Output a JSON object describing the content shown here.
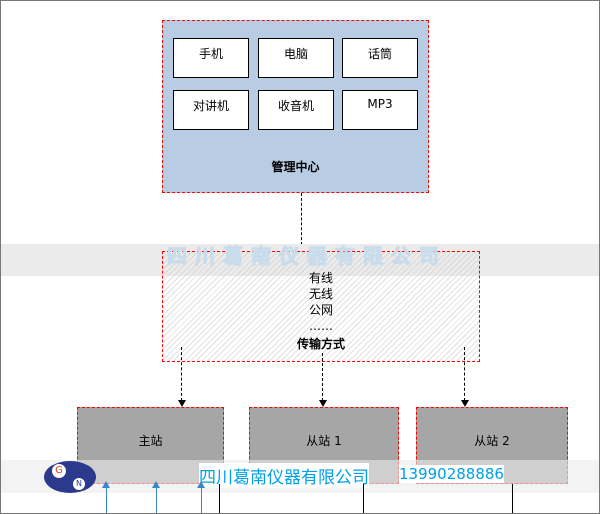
{
  "management": {
    "title": "管理中心",
    "devices": [
      "手机",
      "电脑",
      "话筒",
      "对讲机",
      "收音机",
      "MP3"
    ]
  },
  "transmission": {
    "title": "传输方式",
    "items": [
      "有线",
      "无线",
      "公网",
      "……"
    ]
  },
  "stations": [
    "主站",
    "从站 1",
    "从站 2"
  ],
  "watermark": {
    "company": "四川葛南仪器有限公司",
    "phone": "13990288886",
    "logo_text": "GN"
  },
  "colors": {
    "management_fill": "#b8cce4",
    "station_fill": "#a6a6a6",
    "border": "#ff0000",
    "watermark_blue": "#00a0e9"
  }
}
